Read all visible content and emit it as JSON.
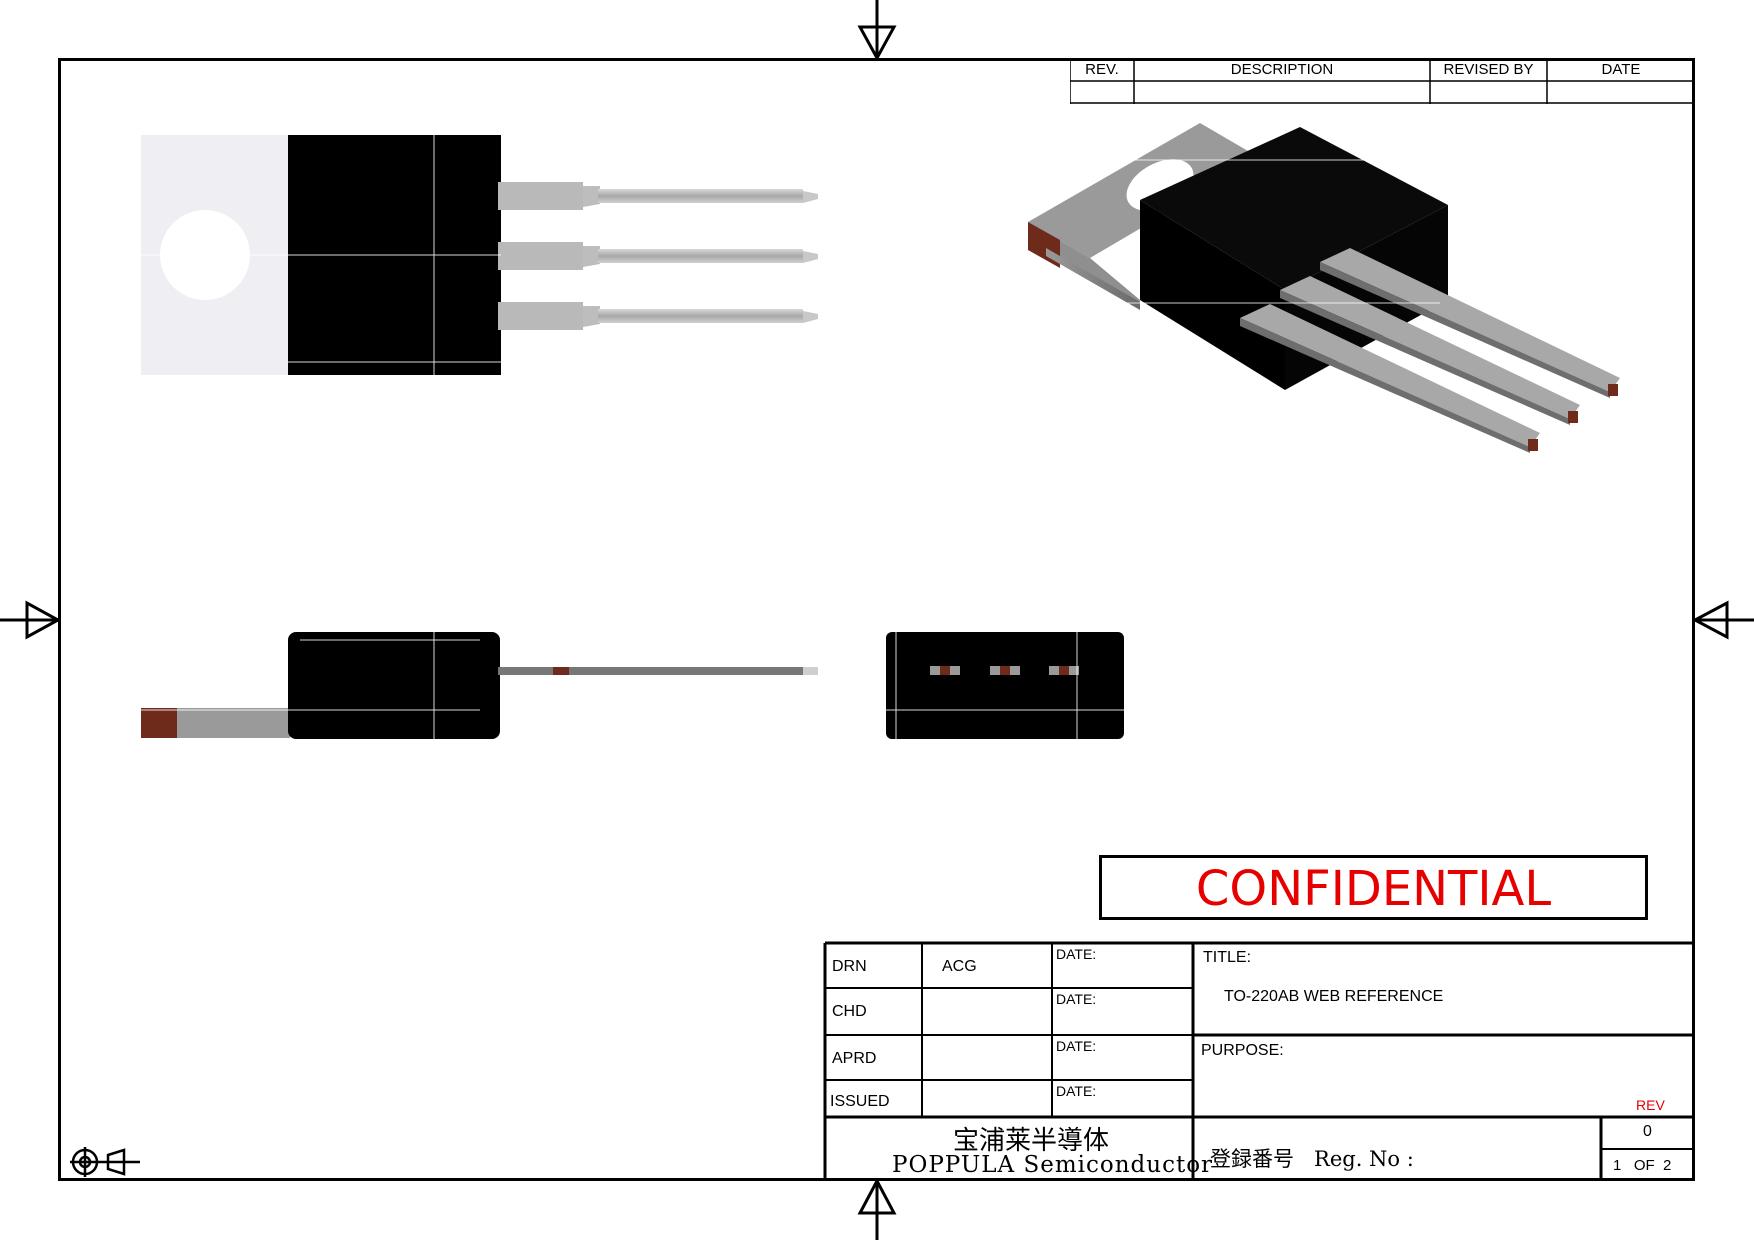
{
  "revision_table": {
    "headers": {
      "rev": "REV.",
      "description": "DESCRIPTION",
      "revised_by": "REVISED BY",
      "date": "DATE"
    }
  },
  "confidential_label": "CONFIDENTIAL",
  "title_block": {
    "drn_label": "DRN",
    "drn_value": "ACG",
    "chd_label": "CHD",
    "aprd_label": "APRD",
    "issued_label": "ISSUED",
    "date_label": "DATE:",
    "title_label": "TITLE:",
    "title_value": "TO-220AB WEB REFERENCE",
    "purpose_label": "PURPOSE:",
    "rev_label": "REV",
    "rev_value": "0",
    "sheet_of": "1   OF  2",
    "company_cn": "宝浦莱半導体",
    "company_en": "POPPULA Semiconductor",
    "reg_no": "登録番号   Reg. No :"
  },
  "colors": {
    "confidential": "#e60000",
    "package_body": "#000000",
    "tab": "#8a8a8a",
    "copper": "#6e2a1a"
  }
}
